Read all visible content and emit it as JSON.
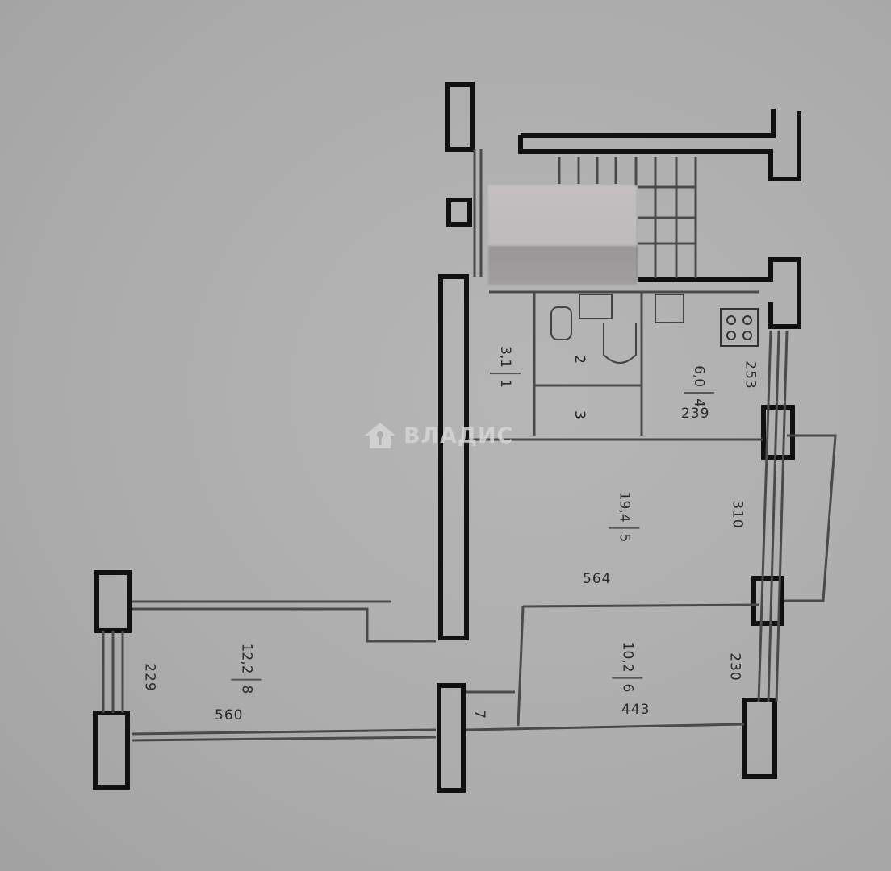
{
  "watermark": {
    "text": "ВЛАДИС",
    "icon": "house-key-icon"
  },
  "rooms": [
    {
      "id": "1",
      "area": "3,1"
    },
    {
      "id": "2",
      "area": ""
    },
    {
      "id": "3",
      "area": ""
    },
    {
      "id": "4",
      "area": "6,0"
    },
    {
      "id": "5",
      "area": "19,4"
    },
    {
      "id": "6",
      "area": "10,2"
    },
    {
      "id": "7",
      "area": ""
    },
    {
      "id": "8",
      "area": "12,2"
    }
  ],
  "dimensions": {
    "kitchen_length": "239",
    "kitchen_width": "253",
    "living_length": "564",
    "living_width": "310",
    "bedroom6_length": "443",
    "bedroom6_width": "230",
    "room8_length": "560",
    "room8_width": "229"
  },
  "colors": {
    "background": "#adadad",
    "wall": "#111111",
    "line": "#4a4a4a"
  }
}
